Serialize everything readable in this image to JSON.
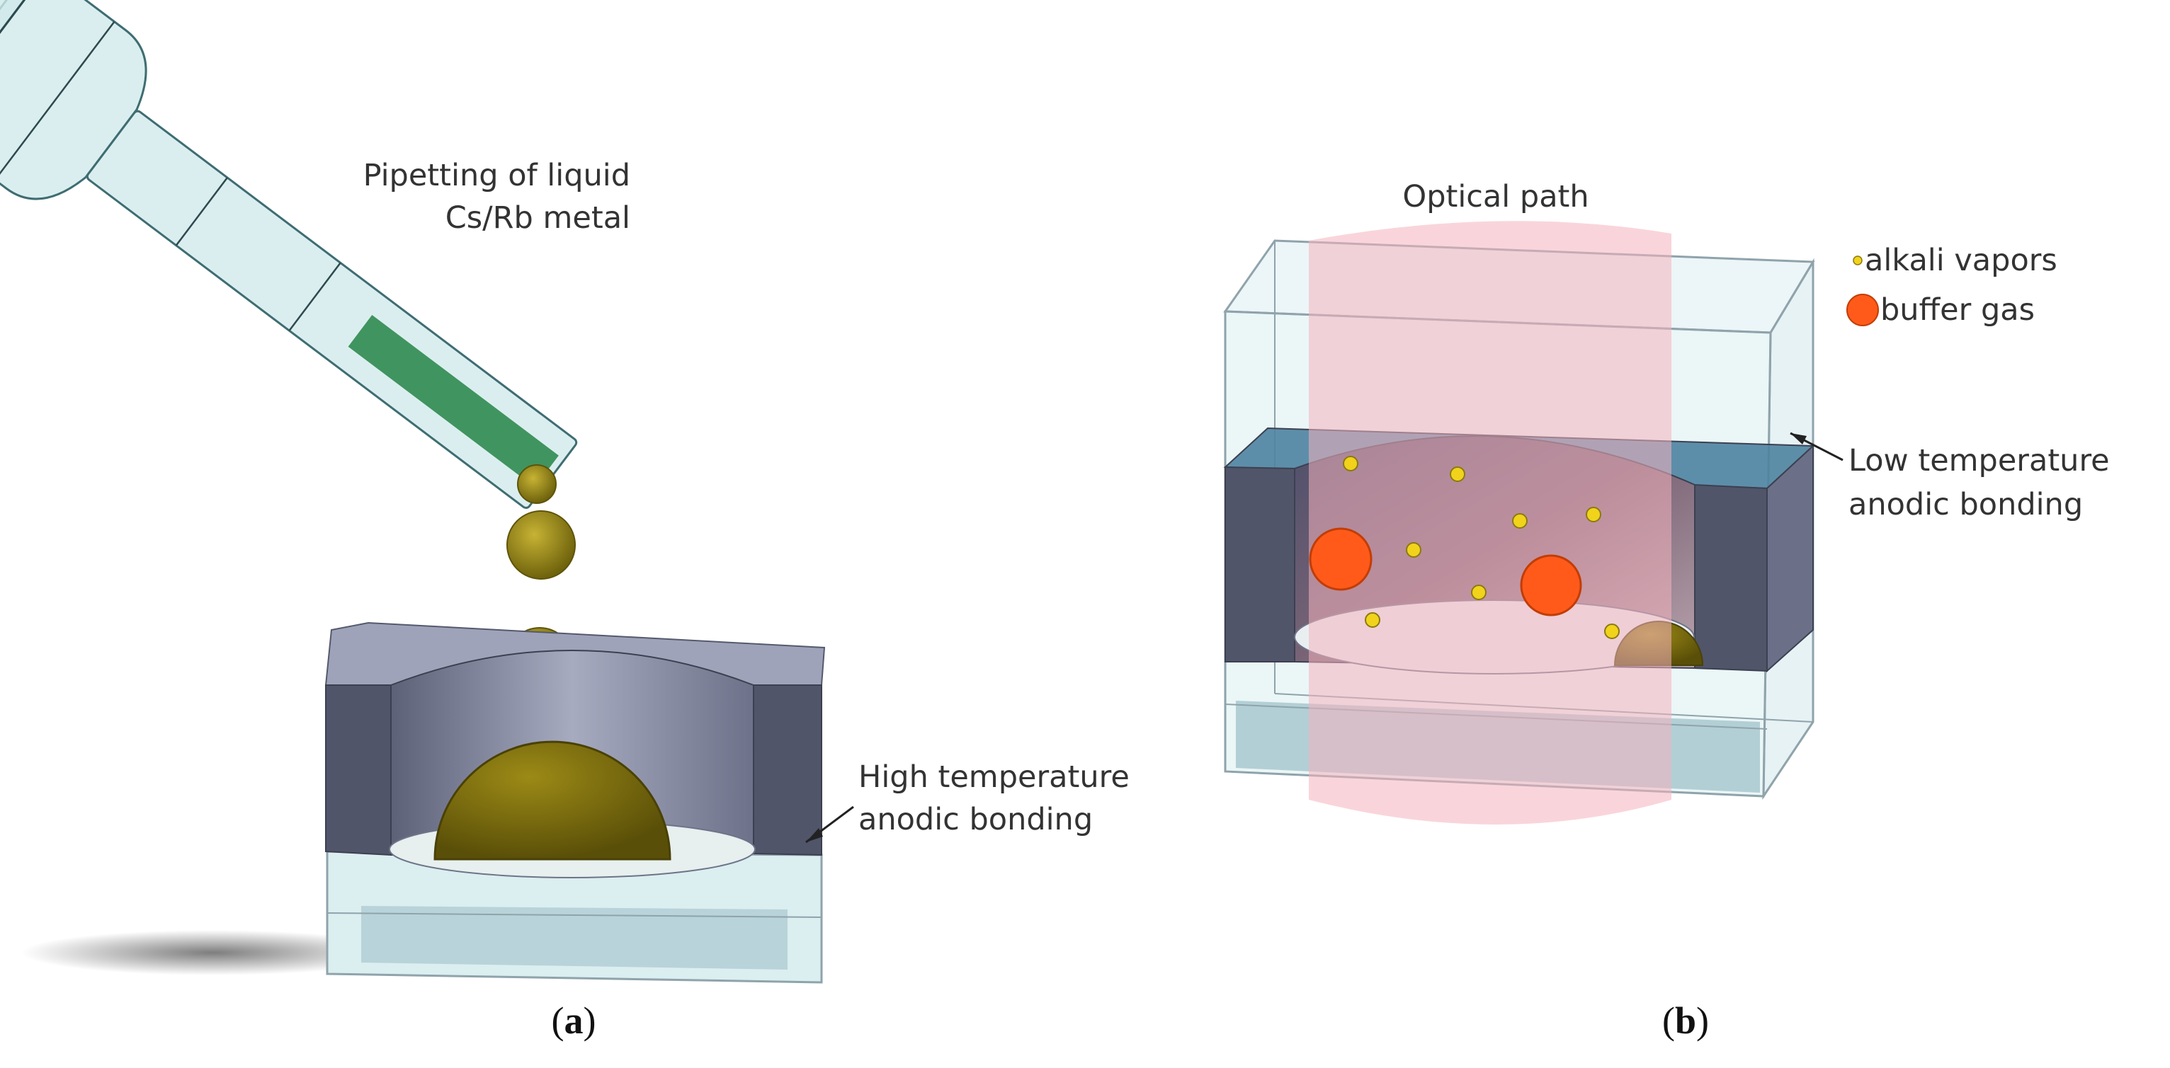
{
  "panel_a": {
    "caption_open": "(",
    "caption_letter": "a",
    "caption_close": ")",
    "label_pipetting_line1": "Pipetting of liquid",
    "label_pipetting_line2": "Cs/Rb metal",
    "label_bonding_line1": "High temperature",
    "label_bonding_line2": "anodic bonding"
  },
  "panel_b": {
    "caption_open": "(",
    "caption_letter": "b",
    "caption_close": ")",
    "label_optical": "Optical path",
    "legend_alkali": "alkali vapors",
    "legend_buffer": "buffer gas",
    "label_bonding_line1": "Low temperature",
    "label_bonding_line2": "anodic bonding"
  },
  "colors": {
    "glass": "#dbeef0",
    "glass_edge": "#8fa3ab",
    "silicon": "#5a5f73",
    "silicon_top": "#9fa3ba",
    "metal": "#8a7a12",
    "liquid": "#2f8a4f",
    "beam": "#f4b3bd",
    "alkali": "#f2d31b",
    "buffer": "#ff5a1a"
  }
}
